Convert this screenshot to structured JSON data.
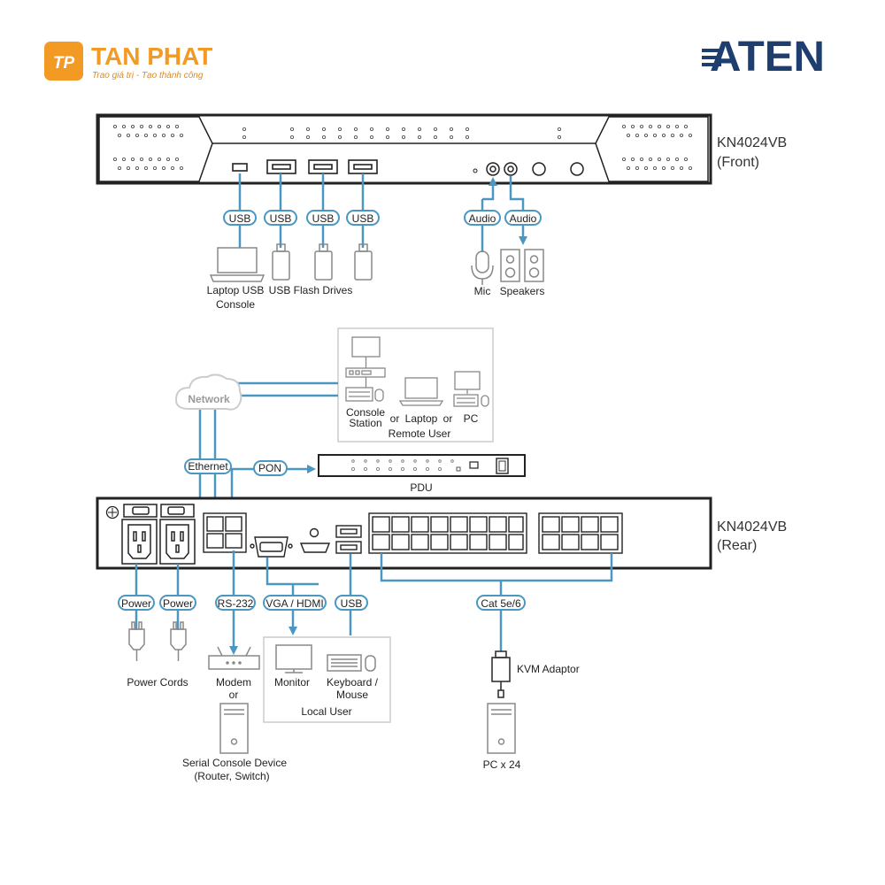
{
  "brand": {
    "name": "TAN PHAT",
    "tagline": "Trao giá trị - Tạo thành công",
    "logo_mark": "TP",
    "accent_color": "#f29a24"
  },
  "aten_logo": {
    "text": "ATEN",
    "color": "#1d3e6e"
  },
  "front": {
    "model": "KN4024VB",
    "side": "(Front)",
    "port_labels": {
      "usb1": "USB",
      "usb2": "USB",
      "usb3": "USB",
      "usb4": "USB",
      "audio_in": "Audio",
      "audio_out": "Audio"
    },
    "devices": {
      "laptop": "Laptop USB",
      "laptop_line2": "Console",
      "flash": "USB Flash Drives",
      "mic": "Mic",
      "speakers": "Speakers"
    }
  },
  "remote": {
    "network": "Network",
    "console": "Console",
    "console_line2": "Station",
    "or1": "or",
    "laptop": "Laptop",
    "or2": "or",
    "pc": "PC",
    "group": "Remote User"
  },
  "pdu": {
    "label": "PDU"
  },
  "rear": {
    "model": "KN4024VB",
    "side": "(Rear)",
    "connection_labels": {
      "ethernet": "Ethernet",
      "pon": "PON",
      "power1": "Power",
      "power2": "Power",
      "rs232": "RS-232",
      "vga_hdmi": "VGA / HDMI",
      "usb": "USB",
      "cat": "Cat 5e/6"
    },
    "devices": {
      "power_cords": "Power Cords",
      "modem": "Modem",
      "modem_or": "or",
      "serial": "Serial Console Device",
      "serial_line2": "(Router, Switch)",
      "monitor": "Monitor",
      "keyboard": "Keyboard /",
      "keyboard_line2": "Mouse",
      "local_user": "Local User",
      "kvm_adaptor": "KVM Adaptor",
      "pc_count": "PC x 24"
    }
  },
  "colors": {
    "line": "#4a97c2",
    "device": "#888888",
    "outline": "#222222",
    "box": "#cccccc"
  },
  "icons": [
    "network-cloud-icon",
    "laptop-icon",
    "usb-flash-drive-icon",
    "mic-icon",
    "speakers-icon",
    "monitor-icon",
    "keyboard-mouse-icon",
    "pc-tower-icon",
    "power-plug-icon",
    "modem-icon",
    "kvm-adaptor-icon",
    "pdu-icon"
  ]
}
